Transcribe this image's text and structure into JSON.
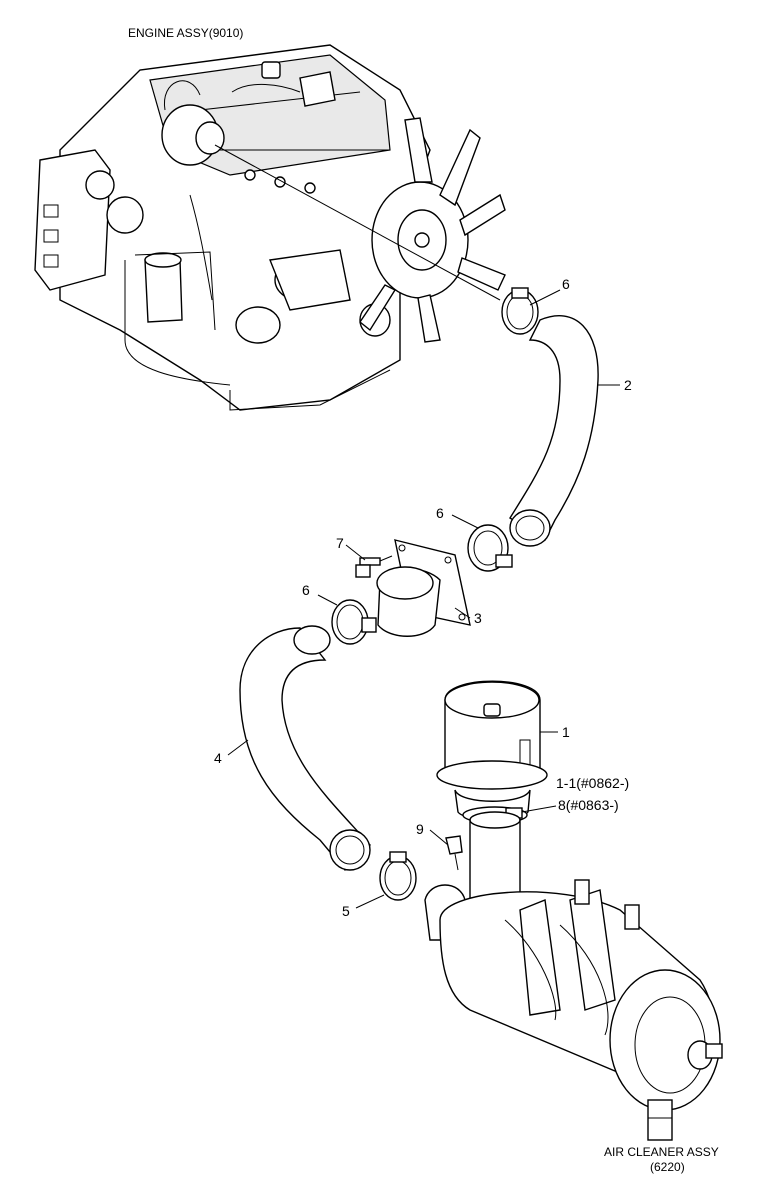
{
  "captions": {
    "engine": "ENGINE ASSY(9010)",
    "air_cleaner_line1": "AIR CLEANER ASSY",
    "air_cleaner_line2": "(6220)"
  },
  "callouts": {
    "c1": "1",
    "c1_1": "1-1(#0862-)",
    "c8": "8(#0863-)",
    "c2": "2",
    "c3": "3",
    "c4": "4",
    "c5": "5",
    "c6a": "6",
    "c6b": "6",
    "c6c": "6",
    "c7": "7",
    "c9": "9"
  }
}
